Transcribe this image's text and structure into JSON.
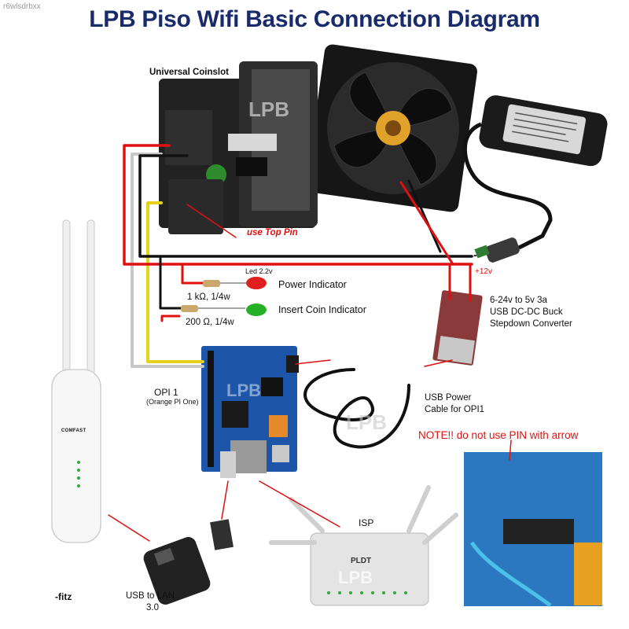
{
  "page": {
    "title": "LPB Piso Wifi Basic Connection Diagram",
    "source_id": "r6wlsdrbxx"
  },
  "components": {
    "coinslot": {
      "label": "Universal Coinslot",
      "watermark": "LPB",
      "top_pin_note": "use Top Pin"
    },
    "leds": {
      "spec_label": "Led 2.2v",
      "power": {
        "label": "Power Indicator",
        "color": "#e02020"
      },
      "coin": {
        "label": "Insert Coin Indicator",
        "color": "#25b025"
      }
    },
    "resistors": {
      "r1": "1 kΩ, 1/4w",
      "r2": "200 Ω, 1/4w"
    },
    "power": {
      "plus12": "+12v",
      "minus": "-"
    },
    "converter": {
      "line1": "6-24v to 5v 3a",
      "line2": "USB DC-DC Buck",
      "line3": "Stepdown Converter"
    },
    "opi": {
      "name": "OPI 1",
      "sub": "(Orange PI One)",
      "watermark1": "LPB",
      "watermark2": "LPB"
    },
    "usb_power": {
      "line1": "USB Power",
      "line2": "Cable for OPI1"
    },
    "note": "NOTE!! do not  use PIN with arrow",
    "antenna_brand": "COMFAST",
    "isp": "ISP",
    "router": {
      "brand": "PLDT",
      "watermark": "LPB"
    },
    "usb_lan": {
      "line1": "USB to LAN",
      "line2": "3.0"
    },
    "credit": "-fitz"
  },
  "colors": {
    "title": "#1a2b6b",
    "wire_red": "#e01010",
    "wire_black": "#111111",
    "wire_yellow": "#e6d21a",
    "wire_gray": "#c8c8c8",
    "accent_red": "#e01010"
  }
}
